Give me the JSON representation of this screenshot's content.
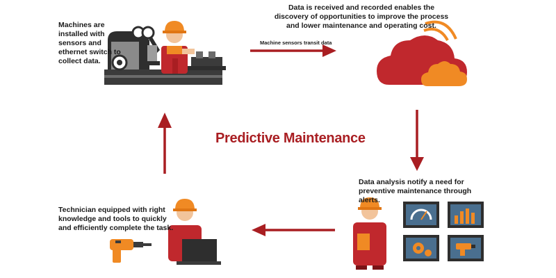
{
  "title": "Predictive Maintenance",
  "steps": {
    "machines": "Machines are installed with sensors and ethernet switch to collect data.",
    "transit": "Machine sensors transit data",
    "cloud": "Data is received and recorded enables the discovery of opportunities to improve the process and lower maintenance and operating cost.",
    "analysis": "Data analysis notify a need for preventive maintenance through alerts.",
    "technician": "Technician equipped with right knowledge and tools to quickly and efficiently complete the task."
  },
  "colors": {
    "accent_red": "#a91e22",
    "cloud_red": "#c0282d",
    "orange": "#f08a24",
    "dark_gray": "#3b3b3b",
    "screen_blue": "#4a6f8f"
  }
}
